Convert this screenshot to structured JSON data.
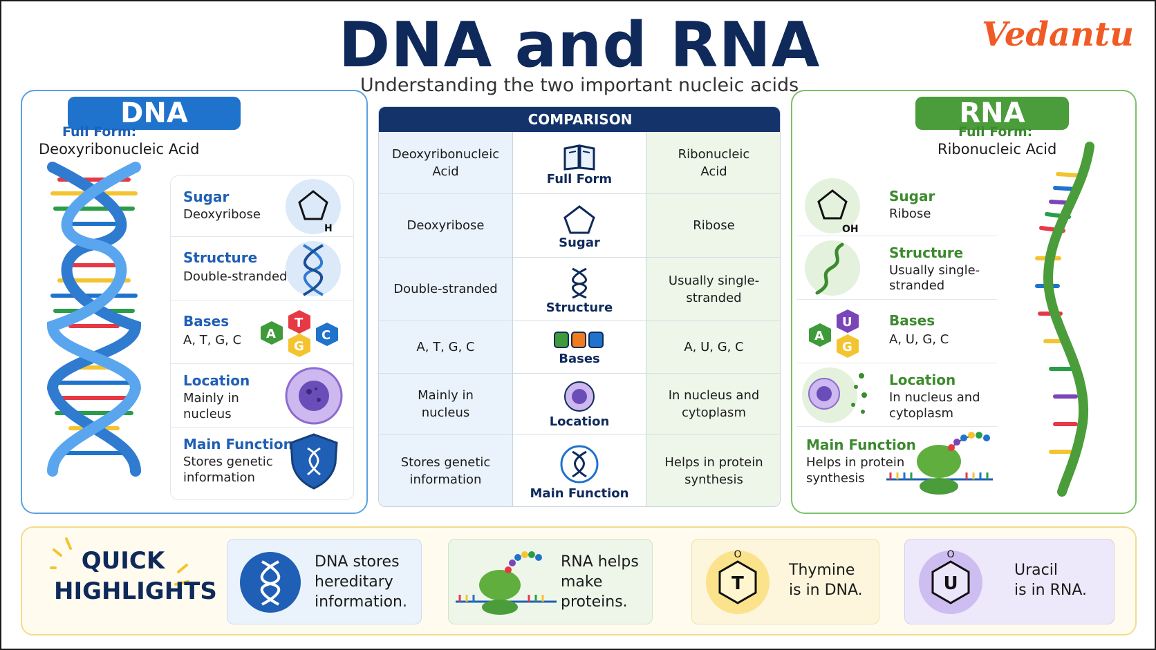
{
  "title": "DNA and RNA",
  "subtitle": "Understanding the two important nucleic acids",
  "logo": "Vedantu",
  "dna": {
    "badge": "DNA",
    "full_form_label": "Full Form:",
    "full_form": "Deoxyribonucleic Acid",
    "rows": [
      {
        "title": "Sugar",
        "value": "Deoxyribose",
        "icon_text": "H"
      },
      {
        "title": "Structure",
        "value": "Double-stranded"
      },
      {
        "title": "Bases",
        "value": "A, T, G, C",
        "bases": [
          "A",
          "T",
          "G",
          "C"
        ]
      },
      {
        "title": "Location",
        "value1": "Mainly in",
        "value2": "nucleus"
      },
      {
        "title": "Main Function",
        "value1": "Stores genetic",
        "value2": "information"
      }
    ]
  },
  "rna": {
    "badge": "RNA",
    "full_form_label": "Full Form:",
    "full_form": "Ribonucleic Acid",
    "rows": [
      {
        "title": "Sugar",
        "value": "Ribose",
        "icon_text": "OH"
      },
      {
        "title": "Structure",
        "value1": "Usually single-",
        "value2": "stranded"
      },
      {
        "title": "Bases",
        "value": "A, U, G, C",
        "bases": [
          "A",
          "U",
          "G"
        ]
      },
      {
        "title": "Location",
        "value1": "In nucleus and",
        "value2": "cytoplasm"
      },
      {
        "title": "Main Function",
        "value1": "Helps in protein",
        "value2": "synthesis"
      }
    ]
  },
  "comparison": {
    "header": "COMPARISON",
    "rows": [
      {
        "dna1": "Deoxyribonucleic",
        "dna2": "Acid",
        "label": "Full Form",
        "rna1": "Ribonucleic",
        "rna2": "Acid"
      },
      {
        "dna1": "Deoxyribose",
        "dna2": "",
        "label": "Sugar",
        "rna1": "Ribose",
        "rna2": ""
      },
      {
        "dna1": "Double-stranded",
        "dna2": "",
        "label": "Structure",
        "rna1": "Usually single-",
        "rna2": "stranded"
      },
      {
        "dna1": "A, T, G, C",
        "dna2": "",
        "label": "Bases",
        "rna1": "A, U, G, C",
        "rna2": ""
      },
      {
        "dna1": "Mainly in",
        "dna2": "nucleus",
        "label": "Location",
        "rna1": "In nucleus and",
        "rna2": "cytoplasm"
      },
      {
        "dna1": "Stores genetic",
        "dna2": "information",
        "label": "Main Function",
        "rna1": "Helps in protein",
        "rna2": "synthesis"
      }
    ]
  },
  "highlights": {
    "label1": "QUICK",
    "label2": "HIGHLIGHTS",
    "items": [
      {
        "l1": "DNA stores",
        "l2": "hereditary",
        "l3": "information."
      },
      {
        "l1": "RNA helps",
        "l2": "make",
        "l3": "proteins."
      },
      {
        "l1": "Thymine",
        "l2": "is in DNA.",
        "l3": "",
        "symbol": "T"
      },
      {
        "l1": "Uracil",
        "l2": "is in RNA.",
        "l3": "",
        "symbol": "U"
      }
    ]
  },
  "colors": {
    "dna_blue": "#1f73cc",
    "rna_green": "#4a9d3a",
    "navy": "#0f2a5a",
    "brand_orange": "#f05a24"
  }
}
